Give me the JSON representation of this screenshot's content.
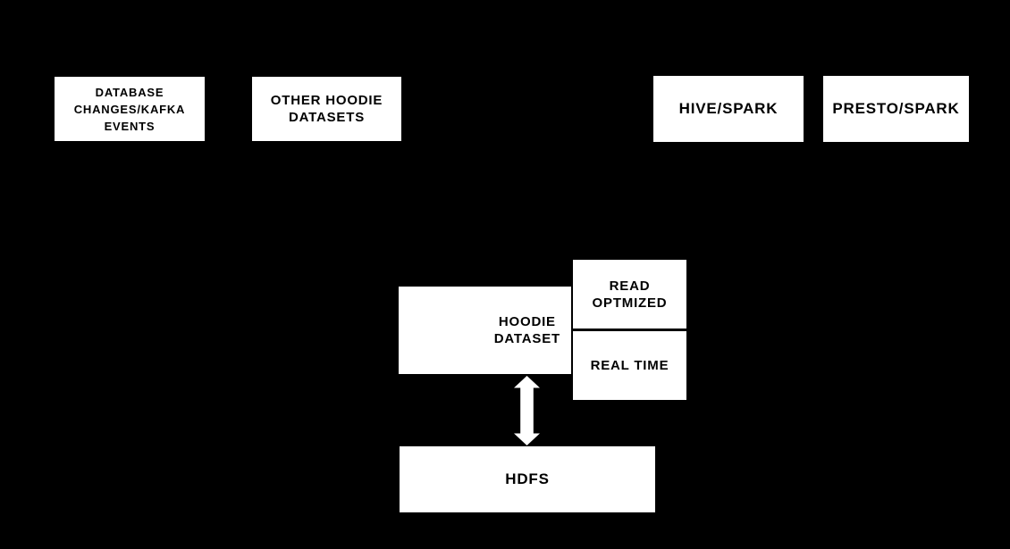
{
  "colors": {
    "background": "#000000",
    "node_fill": "#ffffff",
    "node_text": "#000000",
    "arrow": "#ffffff"
  },
  "nodes": {
    "database_changes": {
      "label": "DATABASE\nCHANGES/KAFKA\nEVENTS"
    },
    "other_hoodie_datasets": {
      "label": "OTHER HOODIE\nDATASETS"
    },
    "hive_spark": {
      "label": "HIVE/SPARK"
    },
    "presto_spark": {
      "label": "PRESTO/SPARK"
    },
    "hoodie_dataset": {
      "label": "HOODIE\nDATASET"
    },
    "read_optimized": {
      "label": "READ\nOPTMIZED"
    },
    "real_time": {
      "label": "REAL TIME"
    },
    "hdfs": {
      "label": "HDFS"
    }
  },
  "connector": {
    "shape": "vertical-double-arrow",
    "color": "#ffffff",
    "connects": [
      "hoodie_dataset",
      "hdfs"
    ]
  }
}
